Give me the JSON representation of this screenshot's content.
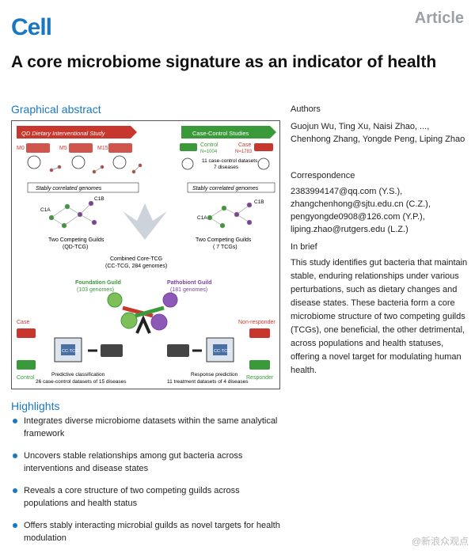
{
  "header": {
    "journal": "Cell",
    "type": "Article"
  },
  "title": "A core microbiome signature as an indicator of health",
  "graphical_abstract": {
    "heading": "Graphical abstract",
    "qd_banner": "QD Dietary Interventional Study",
    "cc_banner": "Case-Control Studies",
    "m0": "M0",
    "m5": "M5",
    "m15": "M15",
    "control": "Control",
    "control_n": "N=1004",
    "case": "Case",
    "case_n": "N=1783",
    "cc_datasets": "11 case-control datasets",
    "cc_diseases": "7 diseases",
    "stably_left": "Stably correlated genomes",
    "stably_right": "Stably correlated genomes",
    "c1a_left": "C1A",
    "c1b_left": "C1B",
    "c1a_right": "C1A",
    "c1b_right": "C1B",
    "guilds_left": "Two Competing Guilds",
    "guilds_left_sub": "(QD-TCG)",
    "guilds_right": "Two Competing Guilds",
    "guilds_right_sub": "( 7 TCGs)",
    "combined": "Combined Core-TCG",
    "combined_sub": "(CC-TCG, 284 genomes)",
    "foundation": "Foundation Guild",
    "foundation_sub": "(103 genomes)",
    "pathobiont": "Pathobiont Guild",
    "pathobiont_sub": "(181 genomes)",
    "case_label": "Case",
    "control_label": "Control",
    "non_responder": "Non-responder",
    "responder": "Responder",
    "chip": "CC-TCG",
    "predictive": "Predictive classification",
    "predictive_sub": "26 case-control datasets of 15 diseases",
    "response": "Response prediction",
    "response_sub": "11 treatment datasets of 4 diseases",
    "colors": {
      "red": "#c8372d",
      "green": "#3a9a3a",
      "purple": "#7b3fa0",
      "orange": "#e87722",
      "blue": "#1a78c2"
    }
  },
  "authors": {
    "heading": "Authors",
    "names": "Guojun Wu, Ting Xu, Naisi Zhao, ..., Chenhong Zhang, Yongde Peng, Liping Zhao"
  },
  "correspondence": {
    "heading": "Correspondence",
    "emails": [
      "2383994147@qq.com (Y.S.),",
      "zhangchenhong@sjtu.edu.cn (C.Z.),",
      "pengyongde0908@126.com (Y.P.),",
      "liping.zhao@rutgers.edu (L.Z.)"
    ]
  },
  "brief": {
    "heading": "In brief",
    "text": "This study identifies gut bacteria that maintain stable, enduring relationships under various perturbations, such as dietary changes and disease states. These bacteria form a core microbiome structure of two competing guilds (TCGs), one beneficial, the other detrimental, across populations and health statuses, offering a novel target for modulating human health."
  },
  "highlights": {
    "heading": "Highlights",
    "items": [
      "Integrates diverse microbiome datasets within the same analytical framework",
      "Uncovers stable relationships among gut bacteria across interventions and disease states",
      "Reveals a core structure of two competing guilds across populations and health status",
      "Offers stably interacting microbial guilds as novel targets for health modulation"
    ]
  },
  "watermark": "@新浪众观点"
}
